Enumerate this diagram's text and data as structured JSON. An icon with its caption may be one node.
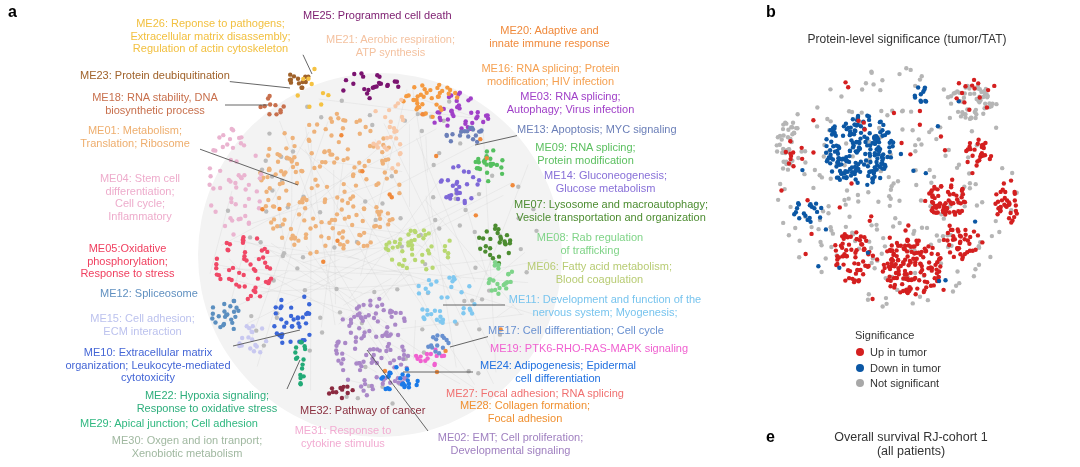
{
  "diagram": {
    "nodes": [
      {
        "text": [
          "ME26: Reponse to pathogens; Extracellular matrix disassembly; Regulation of actin cytoskeleton"
        ]
      },
      {
        "text": [
          "ME23: Protein deubiquitination"
        ]
      },
      {
        "text": [
          "ME18: RNA stability, DNA biosynthetic process"
        ]
      },
      {
        "text": [
          "ME01: Metabolism; Translation; Ribosome"
        ]
      },
      {
        "text": [
          "ME13: Apoptosis; MYC signaling"
        ]
      },
      {
        "text": [
          "ME11: Development and function of the nervous system; Myogenesis;"
        ]
      },
      {
        "text": [
          "ME17: Cell differentiation; Cell cycle"
        ]
      },
      {
        "text": [
          "ME10: Extracellular matrix organization; Leukocyte-mediated cytotoxicity"
        ]
      },
      {
        "text": [
          "ME24: Adipogenesis; Epidermal cell differentiation"
        ]
      },
      {
        "text": [
          "ME22: Hypoxia signaling; Response to oxidative stress"
        ]
      },
      {
        "text": [
          "ME02: EMT; Cell proliferation; Developmental signaling"
        ]
      }
    ],
    "edges": [
      {
        "from": 0,
        "to": null,
        "arrow": "none"
      },
      {
        "from": 1,
        "to": null,
        "arrow": "none"
      },
      {
        "from": 2,
        "to": null,
        "arrow": "none"
      },
      {
        "from": 3,
        "to": null,
        "arrow": "none"
      },
      {
        "from": 4,
        "to": null,
        "arrow": "none"
      },
      {
        "from": 5,
        "to": null,
        "arrow": "none"
      },
      {
        "from": 6,
        "to": null,
        "arrow": "none"
      },
      {
        "from": 7,
        "to": null,
        "arrow": "none"
      },
      {
        "from": 8,
        "to": null,
        "arrow": "none"
      },
      {
        "from": 9,
        "to": null,
        "arrow": "none"
      },
      {
        "from": 10,
        "to": null,
        "arrow": "none"
      }
    ],
    "labels": [
      "a",
      "ME25: Programmed cell death",
      "ME21: Aerobic respiration; ATP synthesis",
      "ME20: Adaptive and innate immune response",
      "ME16: RNA splicing; Protein modification; HIV infection",
      "ME03: RNA splicing; Autophagy; Virus infection",
      "ME09: RNA splicing; Protein modification",
      "ME04: Stem cell differentiation; Cell cycle; Inflammatory",
      "ME14: Gluconeogenesis; Glucose metabolism",
      "ME07: Lysosome and macroautophagy; Vesicle transportation and organization",
      "ME08: Rab regulation of trafficking",
      "ME06: Fatty acid metabolism; Blood coagulation",
      "ME05:Oxidative phosphorylation; Response to stress",
      "ME12: Spliceosome",
      "ME15: Cell adhesion; ECM interaction",
      "ME19: PTK6-RHO-RAS-MAPK signaling",
      "ME27: Focal adhesion; RNA splicing",
      "ME28: Collagen formation; Focal adhesion",
      "ME32: Pathway of cancer",
      "ME29: Apical junction; Cell adhesion",
      "ME31: Response to cytokine stimulus",
      "ME30: Oxgen and ion tranport; Xenobiotic metabolism",
      "b",
      "Protein-level significance (tumor/TAT)",
      "Significance",
      "e",
      "Overall survival RJ-cohort 1 (all patients)"
    ],
    "legend": [
      {
        "text": "Up in tumor",
        "color": "#d41f1f"
      },
      {
        "text": "Down in tumor",
        "color": "#0b57a4"
      },
      {
        "text": "Not significant",
        "color": "#a8a8a8"
      }
    ]
  }
}
